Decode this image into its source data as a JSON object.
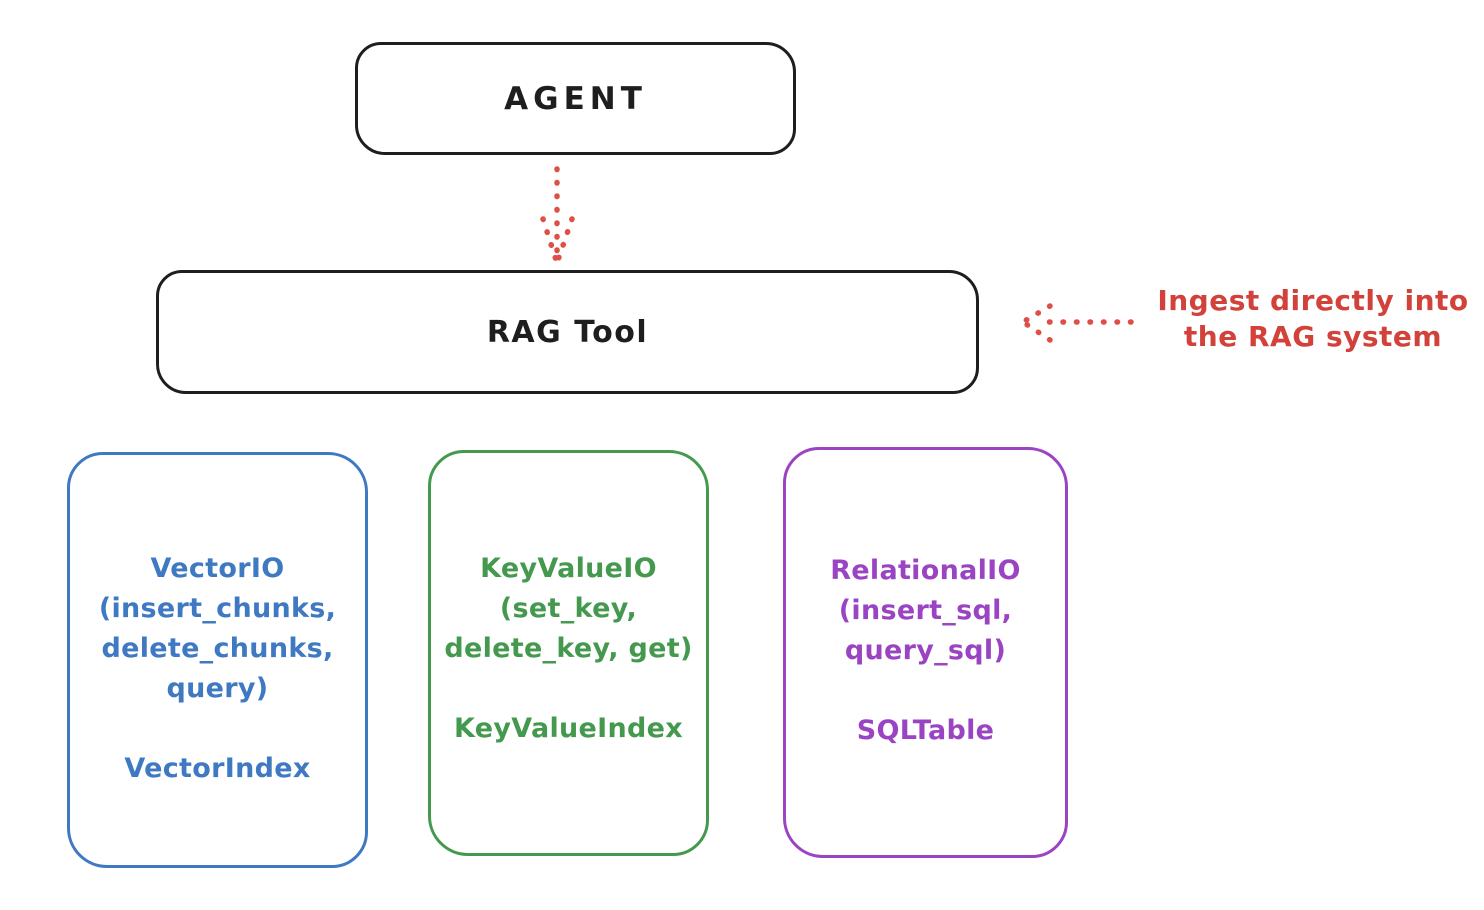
{
  "diagram": {
    "agent_box": {
      "label": "AGENT"
    },
    "rag_tool_box": {
      "label": "RAG Tool"
    },
    "annotation": {
      "line1": "Ingest directly into",
      "line2": "the RAG system"
    },
    "backends": [
      {
        "id": "vector-io",
        "lines": [
          "VectorIO",
          "(insert_chunks,",
          "delete_chunks,",
          "query)"
        ],
        "index_label": "VectorIndex",
        "color": "#3e79c2"
      },
      {
        "id": "keyvalue-io",
        "lines": [
          "KeyValueIO",
          "(set_key,",
          "delete_key, get)"
        ],
        "index_label": "KeyValueIndex",
        "color": "#44994f"
      },
      {
        "id": "relational-io",
        "lines": [
          "RelationalIO",
          "(insert_sql,",
          "query_sql)"
        ],
        "index_label": "SQLTable",
        "color": "#9a44c4"
      }
    ],
    "colors": {
      "stroke_black": "#1e1e1e",
      "annotation_red": "#d2423a",
      "background": "#ffffff"
    }
  }
}
